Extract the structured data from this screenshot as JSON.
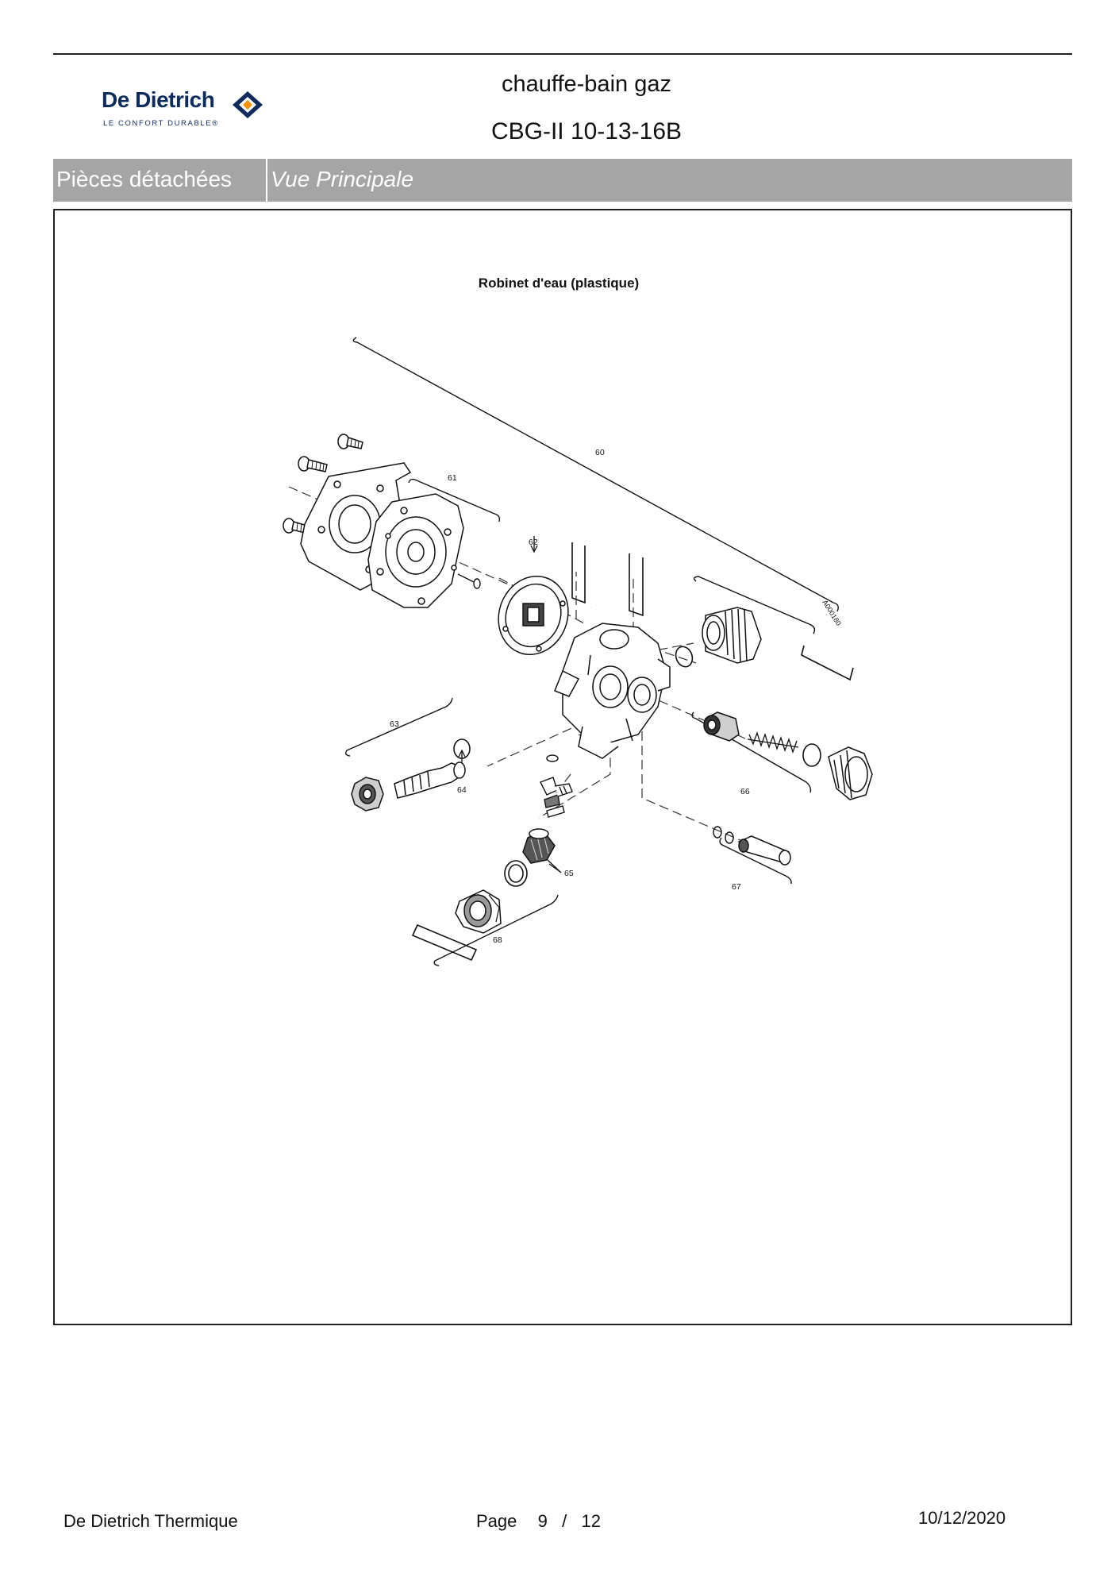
{
  "header": {
    "logo": {
      "name": "De Dietrich",
      "tagline": "LE CONFORT DURABLE®",
      "colors": {
        "navy": "#0d2b5c",
        "orange": "#f39200"
      }
    },
    "title_line1": "chauffe-bain gaz",
    "title_line2": "CBG-II 10-13-16B"
  },
  "section_bar": {
    "left_label": "Pièces détachées",
    "right_label": "Vue Principale",
    "background": "#a5a5a5"
  },
  "drawing": {
    "title": "Robinet d'eau (plastique)",
    "reference_code": "A000180",
    "part_numbers": [
      "60",
      "61",
      "62",
      "63",
      "64",
      "65",
      "66",
      "67",
      "68"
    ]
  },
  "footer": {
    "company": "De Dietrich Thermique",
    "page_label": "Page",
    "page_current": "9",
    "page_separator": "/",
    "page_total": "12",
    "date": "10/12/2020"
  }
}
